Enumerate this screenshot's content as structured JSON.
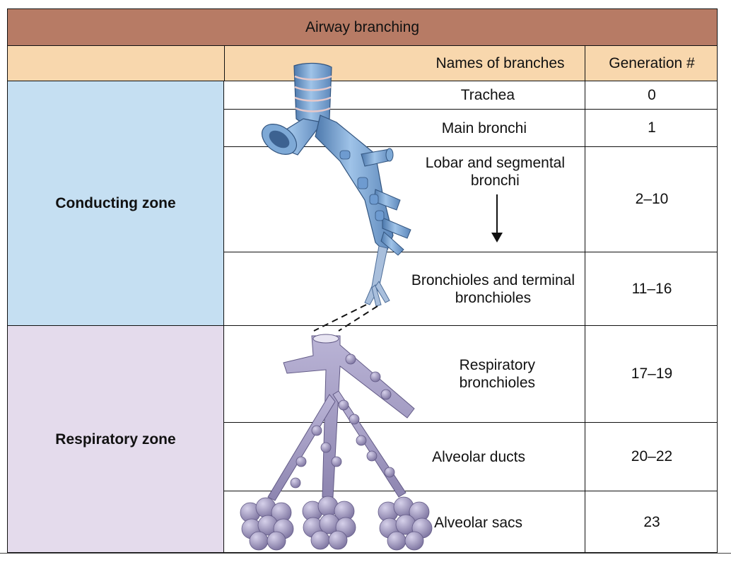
{
  "header": {
    "title": "Airway branching"
  },
  "columns": {
    "names": "Names of branches",
    "generation": "Generation #"
  },
  "zones": {
    "conducting": "Conducting zone",
    "respiratory": "Respiratory zone"
  },
  "rows": [
    {
      "name_lines": [
        "Trachea"
      ],
      "generation": "0"
    },
    {
      "name_lines": [
        "Main bronchi"
      ],
      "generation": "1"
    },
    {
      "name_lines": [
        "Lobar and segmental",
        "bronchi"
      ],
      "generation": "2–10"
    },
    {
      "name_lines": [
        "Bronchioles and terminal",
        "bronchioles"
      ],
      "generation": "11–16"
    },
    {
      "name_lines": [
        "Respiratory",
        "bronchioles"
      ],
      "generation": "17–19"
    },
    {
      "name_lines": [
        "Alveolar ducts"
      ],
      "generation": "20–22"
    },
    {
      "name_lines": [
        "Alveolar sacs"
      ],
      "generation": "23"
    }
  ],
  "colors": {
    "header": "#b77b65",
    "column_header": "#f8d7ad",
    "conducting_zone": "#c5dff2",
    "respiratory_zone": "#e4dbec",
    "airway_blue": "#7ea9d6",
    "alveoli_lavender": "#9c94bd"
  },
  "icons": {
    "airway": "airway-illustration",
    "arrow": "down-arrow-icon",
    "alveoli": "alveolar-sac-icon"
  }
}
